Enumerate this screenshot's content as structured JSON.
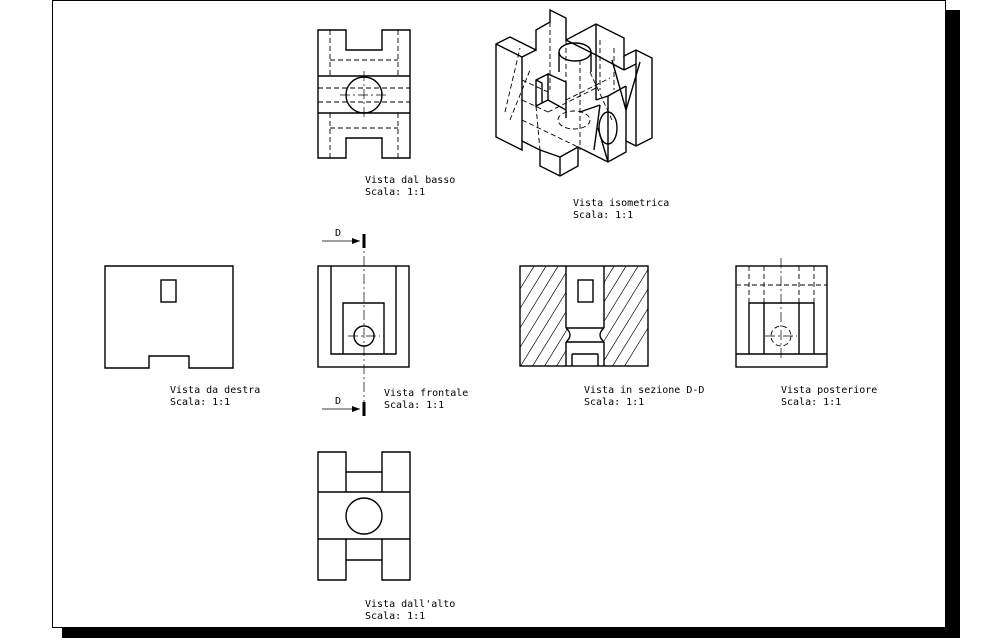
{
  "views": {
    "bottom": {
      "title": "Vista dal basso",
      "scale": "Scala:  1:1"
    },
    "isometric": {
      "title": "Vista isometrica",
      "scale": "Scala:  1:1"
    },
    "right": {
      "title": "Vista da destra",
      "scale": "Scala:  1:1"
    },
    "front": {
      "title": "Vista frontale",
      "scale": "Scala:  1:1"
    },
    "section": {
      "title": "Vista in sezione D-D",
      "scale": "Scala:  1:1"
    },
    "rear": {
      "title": "Vista posteriore",
      "scale": "Scala:  1:1"
    },
    "top": {
      "title": "Vista dall'alto",
      "scale": "Scala:  1:1"
    }
  },
  "section_marker": {
    "top": "D",
    "bottom": "D"
  }
}
